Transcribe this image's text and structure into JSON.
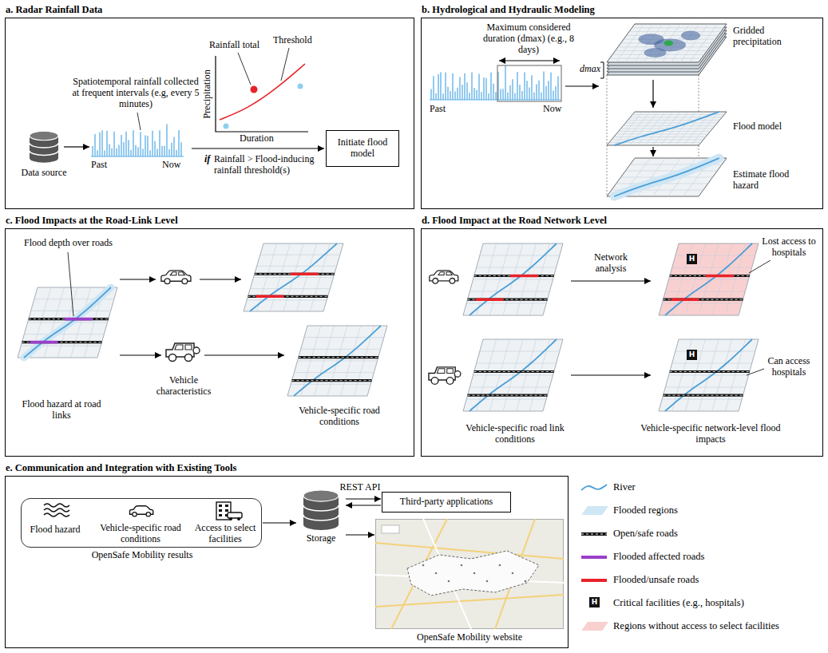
{
  "diagram": {
    "nodes": [
      {
        "text": [
          "a. Radar Rainfall Data"
        ]
      },
      {
        "text": [
          "Data source"
        ],
        "in": 0
      },
      {
        "text": [
          "Initiate flood model"
        ],
        "in": 0
      },
      {
        "text": [
          "b. Hydrological and Hydraulic Modeling"
        ]
      },
      {
        "text": [
          "c. Flood Impacts at the Road-Link Level"
        ]
      },
      {
        "text": [
          "d. Flood Impact at the Road Network Level"
        ]
      },
      {
        "text": [
          "e. Communication and Integration with Existing Tools"
        ]
      },
      {
        "text": [
          "Flood hazard",
          "Vehicle-specific road conditions",
          "Access to select facilities",
          "OpenSafe Mobility results"
        ],
        "in": 6
      },
      {
        "text": [
          "Storage"
        ],
        "in": 6
      },
      {
        "text": [
          "Third-party applications"
        ],
        "in": 6
      },
      {
        "text": [
          "OpenSafe Mobility website"
        ],
        "in": 6
      }
    ],
    "edges": [
      {
        "from": 7,
        "to": 8,
        "arrow": "to"
      },
      {
        "from": 8,
        "to": 9,
        "label": "REST API",
        "arrow": "to"
      },
      {
        "from": 9,
        "to": 8,
        "arrow": "to"
      },
      {
        "from": 8,
        "to": 10,
        "arrow": "to"
      }
    ],
    "labels": [
      "Spatiotemporal rainfall collected at frequent intervals (e.g, every 5 minutes)",
      "Past",
      "Now",
      "Rainfall total",
      "Threshold",
      "Precipitation",
      "Duration",
      "if",
      "Rainfall > Flood-inducing rainfall threshold(s)",
      "Maximum considered duration (dmax) (e.g., 8 days)",
      "Past",
      "Now",
      "dmax",
      "Gridded precipitation",
      "Flood model",
      "Estimate flood hazard",
      "Flood depth over roads",
      "Flood hazard at road links",
      "Vehicle characteristics",
      "Vehicle-specific road conditions",
      "Network analysis",
      "Lost access to hospitals",
      "Can access hospitals",
      "Vehicle-specific road link conditions",
      "Vehicle-specific network-level flood impacts",
      "H",
      "H",
      "H"
    ],
    "legend": [
      {
        "text": "River"
      },
      {
        "text": "Flooded regions",
        "color": "#cfe6f5"
      },
      {
        "text": "Open/safe roads"
      },
      {
        "text": "Flooded affected roads"
      },
      {
        "text": "Flooded/unsafe roads"
      },
      {
        "text": "Critical facilities (e.g., hospitals)"
      },
      {
        "text": "Regions without access to select facilities",
        "color": "#f9d0d0"
      }
    ]
  }
}
